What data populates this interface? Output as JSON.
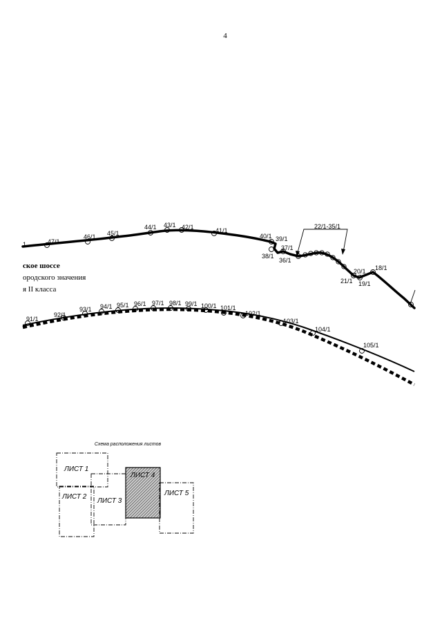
{
  "page_number": "4",
  "legend": {
    "line1": "ское шоссе",
    "line2": "ородского значения",
    "line3": "я II класса"
  },
  "upper_points": [
    "1",
    "47/1",
    "46/1",
    "45/1",
    "44/1",
    "43/1",
    "42/1",
    "41/1",
    "40/1",
    "39/1",
    "37/1",
    "36/1",
    "38/1",
    "22/1-35/1",
    "20/1",
    "18/1",
    "21/1",
    "19/1"
  ],
  "lower_points": [
    "91/1",
    "92/1",
    "93/1",
    "94/1",
    "95/1",
    "96/1",
    "97/1",
    "98/1",
    "99/1",
    "100/1",
    "101/1",
    "102/1",
    "103/1",
    "104/1",
    "105/1"
  ],
  "scheme": {
    "title": "Схема расположения листов",
    "sheets": [
      "ЛИСТ 1",
      "ЛИСТ 2",
      "ЛИСТ 3",
      "ЛИСТ 4",
      "ЛИСТ 5"
    ]
  }
}
